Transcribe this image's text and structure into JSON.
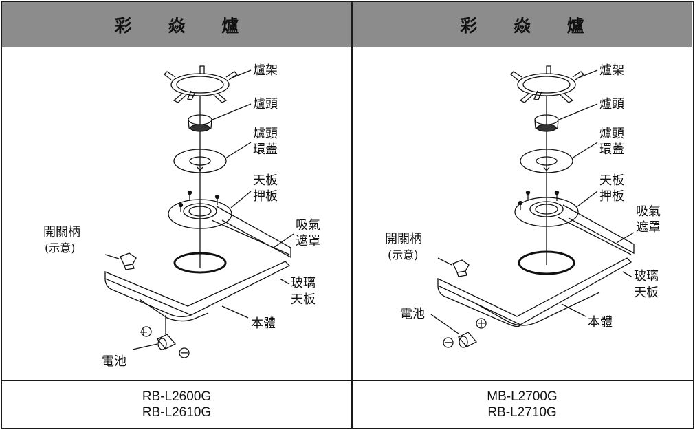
{
  "columns": [
    {
      "header": "彩 焱 爐",
      "labels": {
        "grate": "爐架",
        "burner_head": "爐頭",
        "burner_ring_line1": "爐頭",
        "burner_ring_line2": "環蓋",
        "top_plate_line1": "天板",
        "top_plate_line2": "押板",
        "intake_line1": "吸氣",
        "intake_line2": "遮罩",
        "knob_line1": "開關柄",
        "knob_line2": "(示意)",
        "glass_line1": "玻璃",
        "glass_line2": "天板",
        "body": "本體",
        "battery": "電池",
        "plus": "+",
        "minus": "−"
      },
      "models": [
        "RB-L2600G",
        "RB-L2610G"
      ]
    },
    {
      "header": "彩 焱 爐",
      "labels": {
        "grate": "爐架",
        "burner_head": "爐頭",
        "burner_ring_line1": "爐頭",
        "burner_ring_line2": "環蓋",
        "top_plate_line1": "天板",
        "top_plate_line2": "押板",
        "intake_line1": "吸氣",
        "intake_line2": "遮罩",
        "knob_line1": "開關柄",
        "knob_line2": "(示意)",
        "glass_line1": "玻璃",
        "glass_line2": "天板",
        "body": "本體",
        "battery": "電池",
        "plus": "+",
        "minus": "−"
      },
      "models": [
        "MB-L2700G",
        "RB-L2710G"
      ]
    }
  ]
}
